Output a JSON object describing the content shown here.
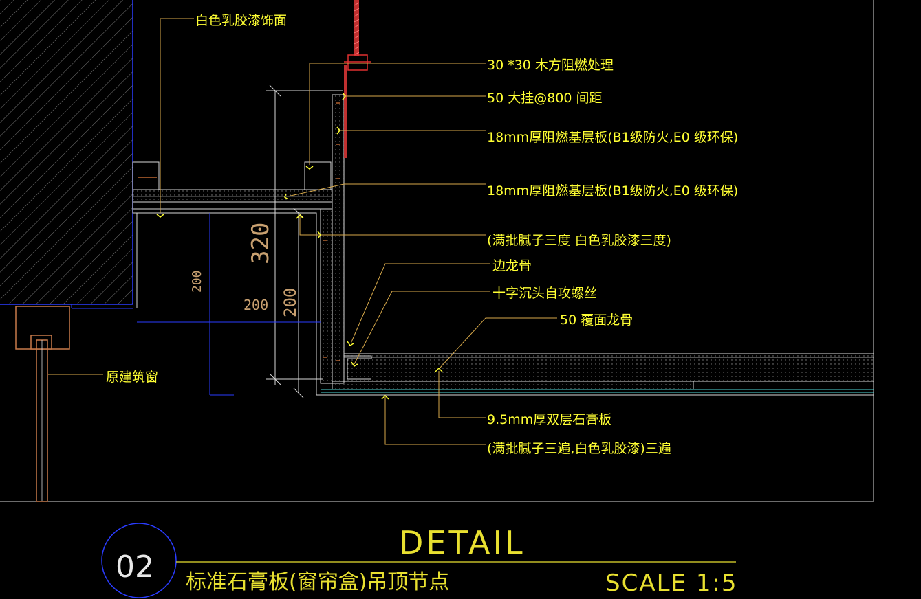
{
  "labels": {
    "wall_finish": "白色乳胶漆饰面",
    "wood_batten": "30 *30 木方阻燃处理",
    "main_hanger": "50 大挂@800 间距",
    "base_board_1": "18mm厚阻燃基层板(B1级防火,E0 级环保)",
    "base_board_2": "18mm厚阻燃基层板(B1级防火,E0 级环保)",
    "putty_3": "(满批腻子三度  白色乳胶漆三度)",
    "edge_keel": "边龙骨",
    "screw": "十字沉头自攻螺丝",
    "cover_keel": "50 覆面龙骨",
    "original_window": "原建筑窗",
    "gypsum": "9.5mm厚双层石膏板",
    "putty_paint": "(满批腻子三遍,白色乳胶漆)三遍"
  },
  "dimensions": {
    "d320": "320",
    "d200_left": "200",
    "d200_mid": "200",
    "d200_right": "200"
  },
  "title_block": {
    "detail": "DETAIL",
    "number": "02",
    "name": "标准石膏板(窗帘盒)吊顶节点",
    "scale": "SCALE 1:5"
  },
  "colors": {
    "label": "#ffff33",
    "leader": "#d7a94a",
    "blue": "#2a3cff",
    "cyan": "#4fd8d8",
    "white": "#d8d8d8"
  }
}
